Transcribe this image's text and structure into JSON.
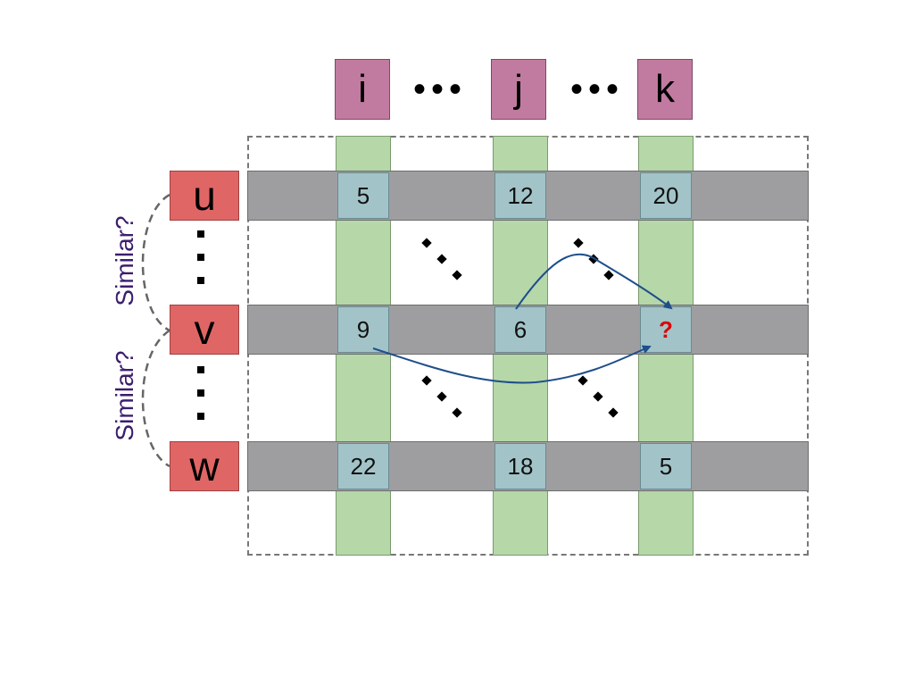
{
  "columns": {
    "i": "i",
    "j": "j",
    "k": "k",
    "ellipsis": "•••"
  },
  "rows": {
    "u": "u",
    "v": "v",
    "w": "w"
  },
  "cells": {
    "u_i": "5",
    "u_j": "12",
    "u_k": "20",
    "v_i": "9",
    "v_j": "6",
    "v_k": "?",
    "w_i": "22",
    "w_j": "18",
    "w_k": "5"
  },
  "similarity": {
    "upper": "Similar?",
    "lower": "Similar?"
  },
  "colors": {
    "column_header": "#c27ba0",
    "row_header": "#e06666",
    "row_band": "#9e9ea0",
    "column_band": "#b6d7a8",
    "cell": "#a2c4c9",
    "unknown_text": "#e00000",
    "arrow": "#1f4e8c",
    "similar_text": "#3c1d6e"
  }
}
